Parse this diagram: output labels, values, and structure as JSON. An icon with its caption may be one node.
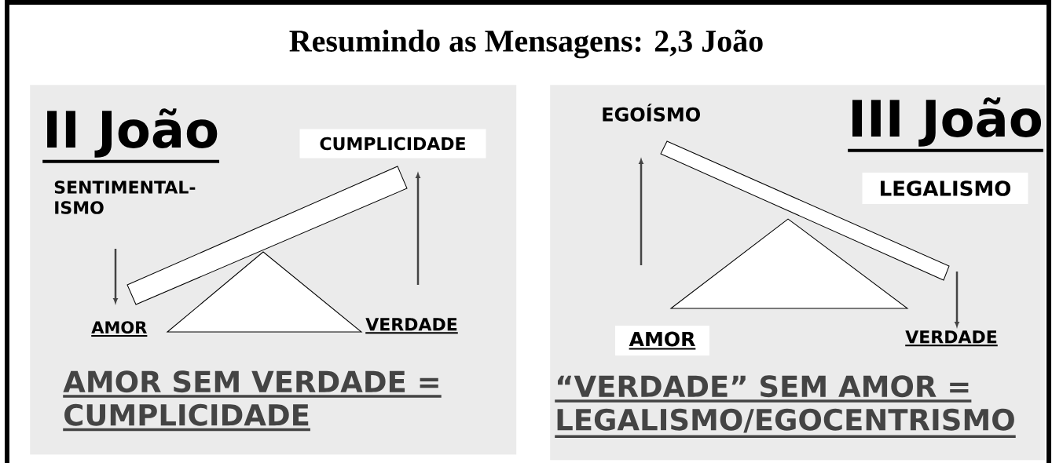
{
  "diagram": {
    "title": "Resumindo as Mensagens: 2,3 João",
    "nodes": [
      {
        "text": [
          "II João",
          "AMOR SEM VERDADE = CUMPLICIDADE"
        ]
      },
      {
        "text": [
          "CUMPLICIDADE"
        ],
        "in": 0
      },
      {
        "text": [
          "III João",
          "“VERDADE” SEM AMOR = LEGALISMO/EGOCENTRISMO"
        ]
      },
      {
        "text": [
          "LEGALISMO"
        ],
        "in": 2
      },
      {
        "text": [
          "AMOR"
        ],
        "in": 2
      }
    ],
    "labels": [
      "SENTIMENTAL- ISMO",
      "AMOR",
      "VERDADE",
      "EGOÍSMO",
      "VERDADE"
    ]
  }
}
